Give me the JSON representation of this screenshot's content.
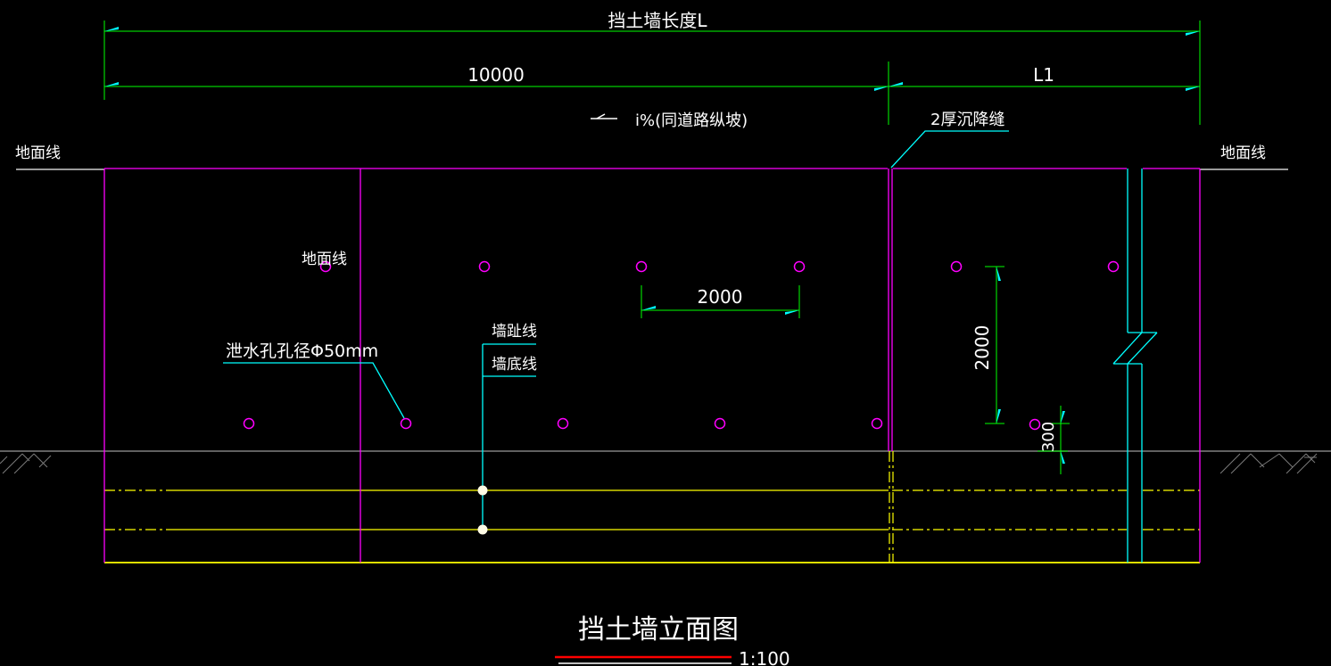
{
  "drawing": {
    "title": "挡土墙立面图",
    "scale": "1:100",
    "dims": {
      "total": "挡土墙长度L",
      "seg10000": "10000",
      "segL1": "L1",
      "spacing_h": "2000",
      "spacing_v": "2000",
      "offset300": "300"
    },
    "notes": {
      "slope": "i%(同道路纵坡)",
      "joint": "2厚沉降缝",
      "ground_left": "地面线",
      "ground_right": "地面线",
      "ground_inner": "地面线",
      "weep": "泄水孔孔径Φ50mm",
      "toe": "墙趾线",
      "bottom": "墙底线"
    },
    "colors": {
      "background": "#000000",
      "dimension_green": "#00ff00",
      "arrow_cyan": "#00ffff",
      "wall_magenta": "#ff00ff",
      "hidden_yellow": "#ffff00",
      "ground_gray": "#9a9a9a",
      "text_white": "#ffffff",
      "title_rule_red": "#ff0000"
    }
  }
}
